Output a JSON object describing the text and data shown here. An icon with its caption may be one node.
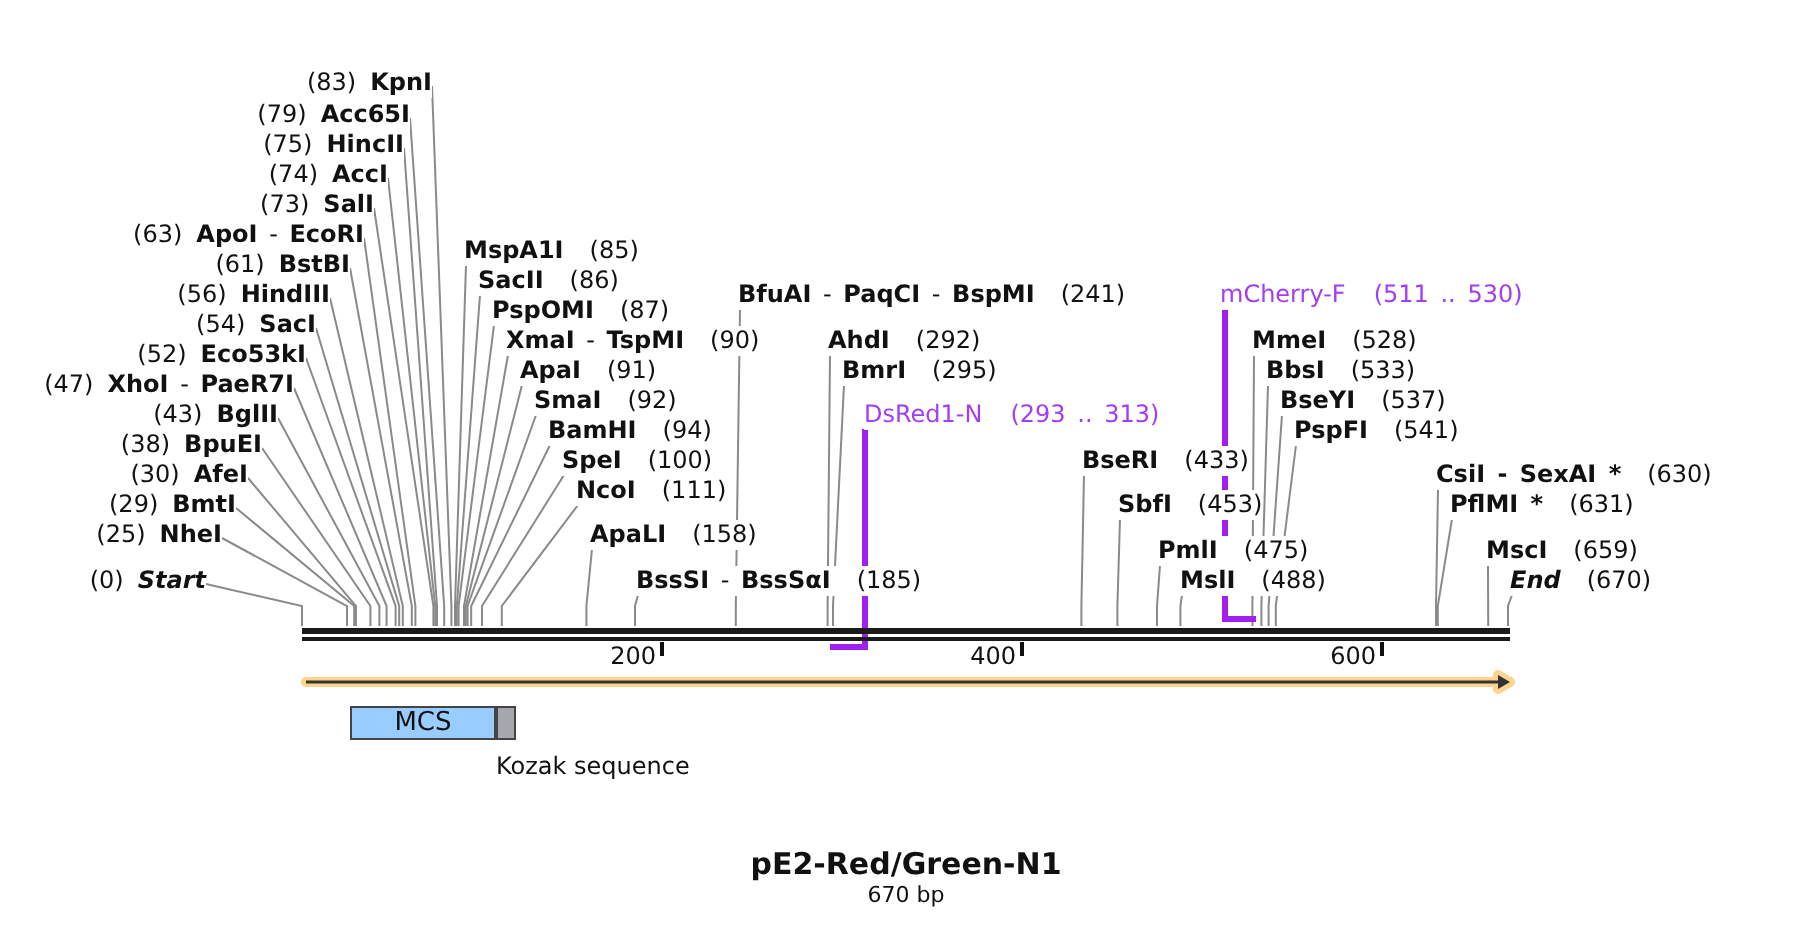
{
  "diagram": {
    "title": "pE2-Red/Green-N1",
    "nodes": [
      {
        "text": [
          "(83)",
          "KpnI"
        ]
      },
      {
        "text": [
          "(79)",
          "Acc65I"
        ]
      },
      {
        "text": [
          "(75)",
          "HincII"
        ]
      },
      {
        "text": [
          "(74)",
          "AccI"
        ]
      },
      {
        "text": [
          "(73)",
          "SalI"
        ]
      },
      {
        "text": [
          "(63)",
          "**ApoI** - **EcoRI**"
        ]
      },
      {
        "text": [
          "(61)",
          "BstBI"
        ]
      },
      {
        "text": [
          "(56)",
          "HindIII"
        ]
      },
      {
        "text": [
          "(54)",
          "SacI"
        ]
      },
      {
        "text": [
          "(52)",
          "Eco53kI"
        ]
      },
      {
        "text": [
          "(47)",
          "**XhoI** - **PaeR7I**"
        ]
      },
      {
        "text": [
          "(43)",
          "BglII"
        ]
      },
      {
        "text": [
          "(38)",
          "BpuEI"
        ]
      },
      {
        "text": [
          "(30)",
          "AfeI"
        ]
      },
      {
        "text": [
          "(29)",
          "BmtI"
        ]
      },
      {
        "text": [
          "(25)",
          "NheI"
        ]
      },
      {
        "text": [
          "(0)",
          "Start"
        ]
      },
      {
        "text": [
          "MspA1I",
          "(85)"
        ]
      },
      {
        "text": [
          "SacII",
          "(86)"
        ]
      },
      {
        "text": [
          "PspOMI",
          "(87)"
        ]
      },
      {
        "text": [
          "**XmaI** - **TspMI**",
          "(90)"
        ]
      },
      {
        "text": [
          "ApaI",
          "(91)"
        ]
      },
      {
        "text": [
          "SmaI",
          "(92)"
        ]
      },
      {
        "text": [
          "BamHI",
          "(94)"
        ]
      },
      {
        "text": [
          "SpeI",
          "(100)"
        ]
      },
      {
        "text": [
          "NcoI",
          "(111)"
        ]
      },
      {
        "text": [
          "ApaLI",
          "(158)"
        ]
      },
      {
        "text": [
          "**BssSI** - **BssSαI**",
          "(185)"
        ]
      },
      {
        "text": [
          "**BfuAI** - **PaqCI** - **BspMI**",
          "(241)"
        ]
      },
      {
        "text": [
          "AhdI",
          "(292)"
        ]
      },
      {
        "text": [
          "BmrI",
          "(295)"
        ]
      },
      {
        "text": [
          "DsRed1-N",
          "(293 .. 313)"
        ]
      },
      {
        "text": [],
        "shape": "bar"
      },
      {
        "text": [
          "BseRI",
          "(433)"
        ]
      },
      {
        "text": [
          "SbfI",
          "(453)"
        ]
      },
      {
        "text": [
          "PmlI",
          "(475)"
        ]
      },
      {
        "text": [
          "MslI",
          "(488)"
        ]
      },
      {
        "text": [
          "mCherry-F",
          "(511 .. 530)"
        ]
      },
      {
        "text": [],
        "shape": "bar"
      },
      {
        "text": [
          "MmeI",
          "(528)"
        ]
      },
      {
        "text": [
          "BbsI",
          "(533)"
        ]
      },
      {
        "text": [
          "BseYI",
          "(537)"
        ]
      },
      {
        "text": [
          "PspFI",
          "(541)"
        ]
      },
      {
        "text": [
          "CsiI - SexAI *",
          "(630)"
        ]
      },
      {
        "text": [
          "PflMI *",
          "(631)"
        ]
      },
      {
        "text": [
          "MscI",
          "(659)"
        ]
      },
      {
        "text": [
          "End",
          "(670)"
        ]
      },
      {
        "text": [],
        "shape": "bar"
      },
      {
        "text": [
          "MCS"
        ]
      },
      {
        "text": [],
        "shape": "box",
        "beside": [
          "Kozak sequence"
        ]
      }
    ],
    "edges": [
      {
        "from": 0,
        "to": 47,
        "arrow": "none"
      },
      {
        "from": 1,
        "to": 47,
        "arrow": "none"
      },
      {
        "from": 2,
        "to": 47,
        "arrow": "none"
      },
      {
        "from": 3,
        "to": 47,
        "arrow": "none"
      },
      {
        "from": 4,
        "to": 47,
        "arrow": "none"
      },
      {
        "from": 5,
        "to": 47,
        "arrow": "none"
      },
      {
        "from": 6,
        "to": 47,
        "arrow": "none"
      },
      {
        "from": 7,
        "to": 47,
        "arrow": "none"
      },
      {
        "from": 8,
        "to": 47,
        "arrow": "none"
      },
      {
        "from": 9,
        "to": 47,
        "arrow": "none"
      },
      {
        "from": 10,
        "to": 47,
        "arrow": "none"
      },
      {
        "from": 11,
        "to": 47,
        "arrow": "none"
      },
      {
        "from": 12,
        "to": 47,
        "arrow": "none"
      },
      {
        "from": 13,
        "to": 47,
        "arrow": "none"
      },
      {
        "from": 14,
        "to": 47,
        "arrow": "none"
      },
      {
        "from": 15,
        "to": 47,
        "arrow": "none"
      },
      {
        "from": 16,
        "to": 47,
        "arrow": "none"
      },
      {
        "from": 17,
        "to": 47,
        "arrow": "none"
      },
      {
        "from": 18,
        "to": 47,
        "arrow": "none"
      },
      {
        "from": 19,
        "to": 47,
        "arrow": "none"
      },
      {
        "from": 20,
        "to": 47,
        "arrow": "none"
      },
      {
        "from": 21,
        "to": 47,
        "arrow": "none"
      },
      {
        "from": 22,
        "to": 47,
        "arrow": "none"
      },
      {
        "from": 23,
        "to": 47,
        "arrow": "none"
      },
      {
        "from": 24,
        "to": 47,
        "arrow": "none"
      },
      {
        "from": 25,
        "to": 47,
        "arrow": "none"
      },
      {
        "from": 26,
        "to": 47,
        "arrow": "none"
      },
      {
        "from": 27,
        "to": 47,
        "arrow": "none"
      },
      {
        "from": 28,
        "to": 47,
        "arrow": "none"
      },
      {
        "from": 29,
        "to": 47,
        "arrow": "none"
      },
      {
        "from": 30,
        "to": 47,
        "arrow": "none"
      },
      {
        "from": 31,
        "to": 32,
        "arrow": "none",
        "style": "thick",
        "color": "#a020f0"
      },
      {
        "from": 33,
        "to": 47,
        "arrow": "none"
      },
      {
        "from": 34,
        "to": 47,
        "arrow": "none"
      },
      {
        "from": 35,
        "to": 47,
        "arrow": "none"
      },
      {
        "from": 36,
        "to": 47,
        "arrow": "none"
      },
      {
        "from": 37,
        "to": 38,
        "arrow": "none",
        "style": "thick",
        "color": "#a020f0"
      },
      {
        "from": 39,
        "to": 47,
        "arrow": "none"
      },
      {
        "from": 40,
        "to": 47,
        "arrow": "none"
      },
      {
        "from": 41,
        "to": 47,
        "arrow": "none"
      },
      {
        "from": 42,
        "to": 47,
        "arrow": "none"
      },
      {
        "from": 43,
        "to": 47,
        "arrow": "none"
      },
      {
        "from": 44,
        "to": 47,
        "arrow": "none"
      },
      {
        "from": 45,
        "to": 47,
        "arrow": "none"
      },
      {
        "from": 46,
        "to": 47,
        "arrow": "none"
      }
    ],
    "labels": [
      "200",
      "400",
      "600",
      "670 bp"
    ]
  }
}
